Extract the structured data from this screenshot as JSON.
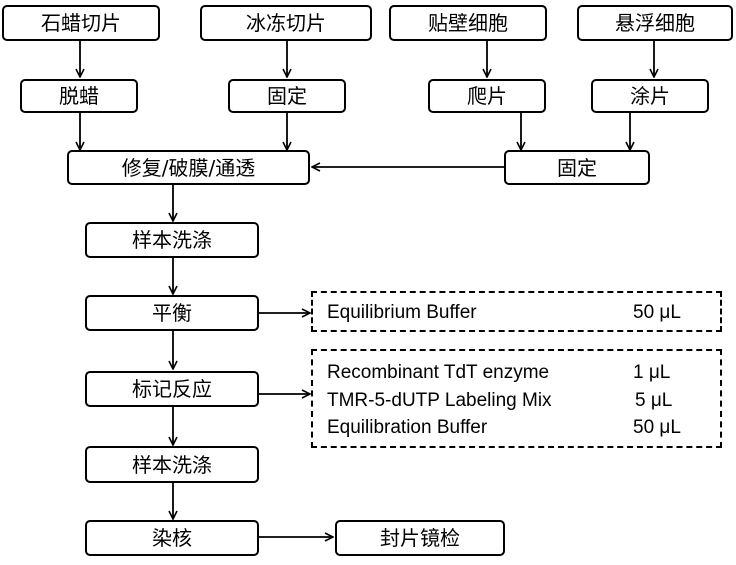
{
  "sources": {
    "paraffin_section": "石蜡切片",
    "frozen_section": "冰冻切片",
    "adherent_cells": "贴壁细胞",
    "suspension_cells": "悬浮细胞"
  },
  "steps": {
    "deparaffin": "脱蜡",
    "fix_frozen": "固定",
    "crawl_slide": "爬片",
    "smear": "涂片",
    "fix_cells": "固定",
    "repair_permeabilize": "修复/破膜/通透",
    "wash_1": "样本洗涤",
    "equilibrate": "平衡",
    "labeling": "标记反应",
    "wash_2": "样本洗涤",
    "nuclear_stain": "染核",
    "mount_inspect": "封片镜检"
  },
  "equilibration_box": {
    "reagent": "Equilibrium Buffer",
    "amount": "50 μL"
  },
  "labeling_box": {
    "rows": [
      {
        "reagent": "Recombinant TdT enzyme",
        "amount": "1 μL"
      },
      {
        "reagent": "TMR-5-dUTP Labeling Mix",
        "amount": "5 μL"
      },
      {
        "reagent": "Equilibration Buffer",
        "amount": "50 μL"
      }
    ]
  }
}
